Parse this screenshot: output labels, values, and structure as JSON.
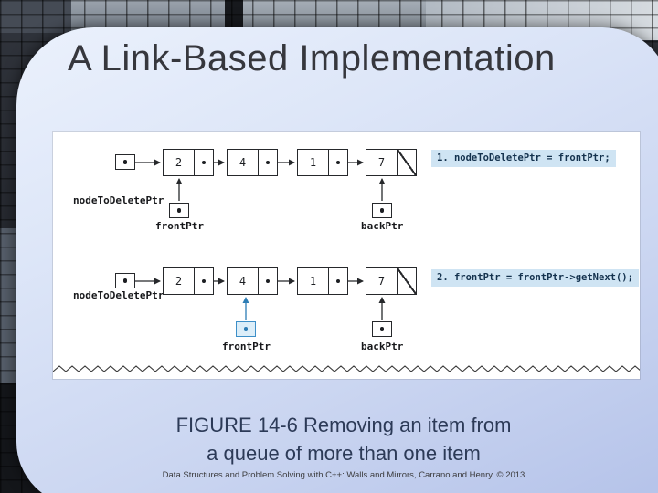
{
  "slide": {
    "title": "A Link-Based Implementation",
    "caption": {
      "line1": "FIGURE 14-6 Removing an item from",
      "line2": "a queue of more than one item"
    },
    "credit": "Data Structures and Problem Solving with C++: Walls and Mirrors, Carrano and Henry, © 2013"
  },
  "figure": {
    "step1": {
      "code": "1. nodeToDeletePtr = frontPtr;",
      "pointer_label": "nodeToDeletePtr",
      "front_label": "frontPtr",
      "back_label": "backPtr",
      "nodes": [
        "2",
        "4",
        "1",
        "7"
      ]
    },
    "step2": {
      "code": "2. frontPtr = frontPtr->getNext();",
      "pointer_label": "nodeToDeletePtr",
      "front_label": "frontPtr",
      "back_label": "backPtr",
      "nodes": [
        "2",
        "4",
        "1",
        "7"
      ]
    },
    "colors": {
      "code_highlight_bg": "#cfe4f3",
      "active_pointer_blue": "#3d8fc8"
    }
  }
}
